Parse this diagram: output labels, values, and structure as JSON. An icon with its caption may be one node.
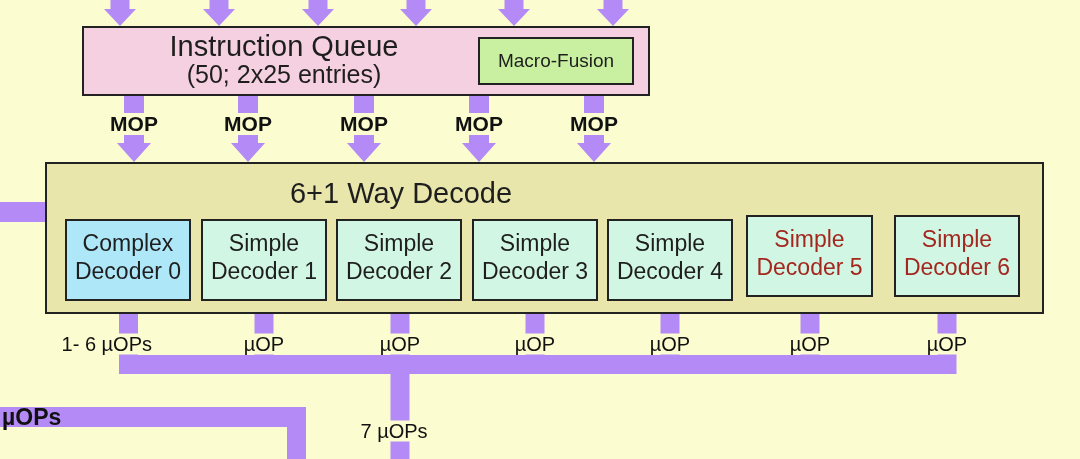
{
  "diagram": {
    "nodes": [
      {
        "text": [
          "Instruction Queue",
          "(50; 2x25 entries)"
        ]
      },
      {
        "text": [
          "Macro-Fusion"
        ],
        "in": 0
      },
      {
        "text": [
          "6+1 Way Decode"
        ]
      },
      {
        "text": [
          "Complex Decoder 0"
        ],
        "in": 2
      },
      {
        "text": [
          "Simple Decoder 1"
        ],
        "in": 2
      },
      {
        "text": [
          "Simple Decoder 2"
        ],
        "in": 2
      },
      {
        "text": [
          "Simple Decoder 3"
        ],
        "in": 2
      },
      {
        "text": [
          "Simple Decoder 4"
        ],
        "in": 2
      },
      {
        "text": [
          "Simple Decoder 5"
        ],
        "in": 2
      },
      {
        "text": [
          "Simple Decoder 6"
        ],
        "in": 2
      }
    ],
    "edges": [
      {
        "from": null,
        "to": 0,
        "arrow": "to"
      },
      {
        "from": null,
        "to": 0,
        "arrow": "to"
      },
      {
        "from": null,
        "to": 0,
        "arrow": "to"
      },
      {
        "from": null,
        "to": 0,
        "arrow": "to"
      },
      {
        "from": null,
        "to": 0,
        "arrow": "to"
      },
      {
        "from": null,
        "to": 0,
        "arrow": "to"
      },
      {
        "from": 0,
        "to": 2,
        "arrow": "to",
        "label": "MOP"
      },
      {
        "from": 0,
        "to": 2,
        "arrow": "to",
        "label": "MOP"
      },
      {
        "from": 0,
        "to": 2,
        "arrow": "to",
        "label": "MOP"
      },
      {
        "from": 0,
        "to": 2,
        "arrow": "to",
        "label": "MOP"
      },
      {
        "from": 0,
        "to": 2,
        "arrow": "to",
        "label": "MOP"
      },
      {
        "from": 2,
        "to": null,
        "arrow": "none"
      },
      {
        "from": 2,
        "to": null,
        "arrow": "none"
      }
    ],
    "labels": [
      "1- 6 µOPs",
      "µOP",
      "µOP",
      "µOP",
      "µOP",
      "µOP",
      "µOP",
      "µOPs",
      "7 µOPs"
    ]
  }
}
